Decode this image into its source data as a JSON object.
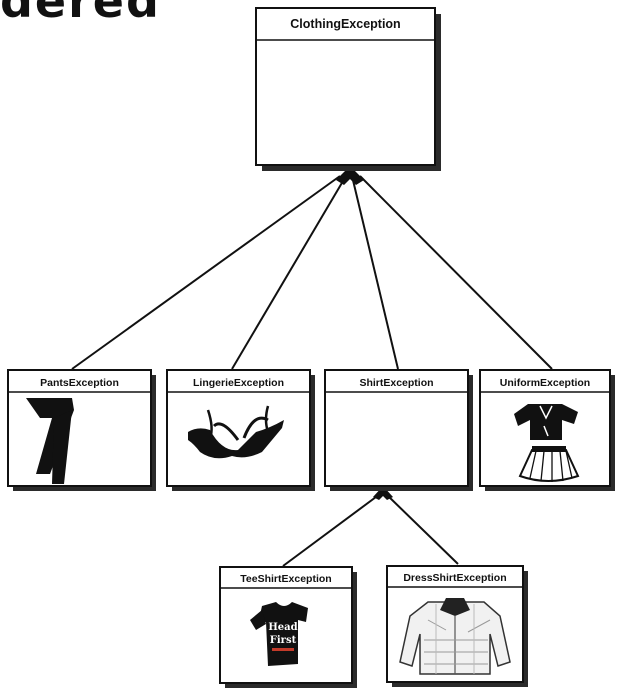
{
  "heading_fragment": "dered",
  "classes": {
    "root": "ClothingException",
    "pants": "PantsException",
    "lingerie": "LingerieException",
    "shirt": "ShirtException",
    "uniform": "UniformException",
    "tee_shirt": "TeeShirtException",
    "dress_shirt": "DressShirtException"
  },
  "shirt_print": {
    "line1": "Head",
    "line2": "First"
  },
  "colors": {
    "line": "#111111",
    "box_fill": "#ffffff",
    "shadow": "#2b2b2b"
  }
}
